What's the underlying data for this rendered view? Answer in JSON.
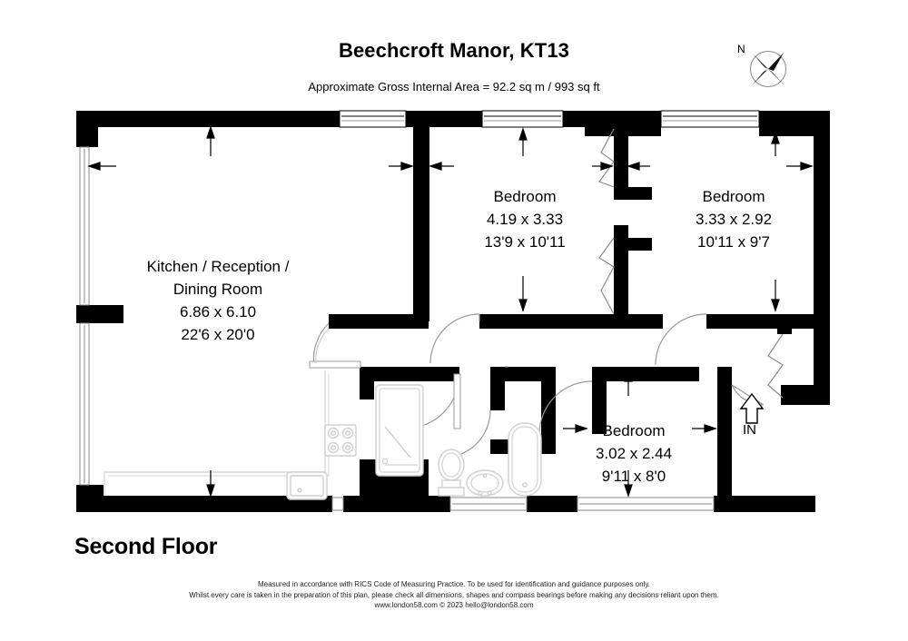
{
  "header": {
    "title": "Beechcroft Manor, KT13",
    "subtitle": "Approximate Gross Internal Area = 92.2 sq m / 993 sq ft"
  },
  "compass": {
    "north_label": "N",
    "icon": "compass-rose-icon"
  },
  "floor": {
    "label": "Second Floor"
  },
  "rooms": [
    {
      "id": "kitchen-reception-dining",
      "name_line1": "Kitchen / Reception /",
      "name_line2": "Dining Room",
      "metric": "6.86 x 6.10",
      "imperial": "22'6 x 20'0"
    },
    {
      "id": "bedroom-main",
      "name_line1": "Bedroom",
      "name_line2": "",
      "metric": "4.19 x 3.33",
      "imperial": "13'9 x 10'11"
    },
    {
      "id": "bedroom-second",
      "name_line1": "Bedroom",
      "name_line2": "",
      "metric": "3.33 x 2.92",
      "imperial": "10'11 x 9'7"
    },
    {
      "id": "bedroom-third",
      "name_line1": "Bedroom",
      "name_line2": "",
      "metric": "3.02 x 2.44",
      "imperial": "9'11 x 8'0"
    }
  ],
  "entrance": {
    "label": "IN",
    "icon": "up-arrow-icon"
  },
  "footer": {
    "line1": "Measured in accordance with RICS Code of Measuring Practice. To be used for identification and guidance purposes only.",
    "line2": "Whilst every care is taken in the preparation of this plan, please check all dimensions, shapes and compass bearings before making any decisions reliant upon them.",
    "line3": "www.london58.com © 2023 hello@london58.com"
  },
  "colors": {
    "wall": "#000000",
    "background": "#ffffff",
    "fixture_outline": "#cccccc",
    "door_arc": "#b0b0b0"
  }
}
